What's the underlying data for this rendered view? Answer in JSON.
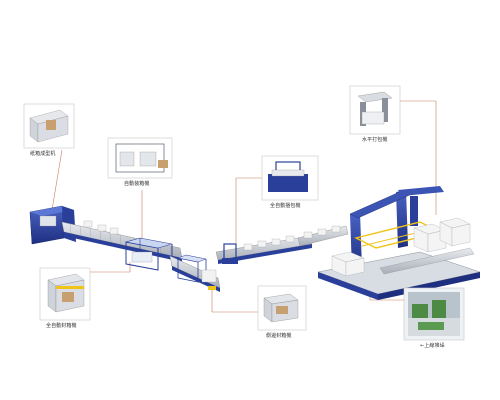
{
  "labels": {
    "carton_erector": "纸箱成型机",
    "case_packer": "自動装箱機",
    "strapping_machine": "全自動捆包機",
    "horizontal_strapper": "水平打包機",
    "auto_sealer": "全自動封箱機",
    "side_sealer": "側邊封箱機",
    "warehouse": "←上線堆垛"
  },
  "colors": {
    "conveyor_blue": "#2a3f9a",
    "roller_gray": "#b9bec6",
    "leader_line": "#c77a55",
    "frame_gray": "#dcdcdc"
  }
}
